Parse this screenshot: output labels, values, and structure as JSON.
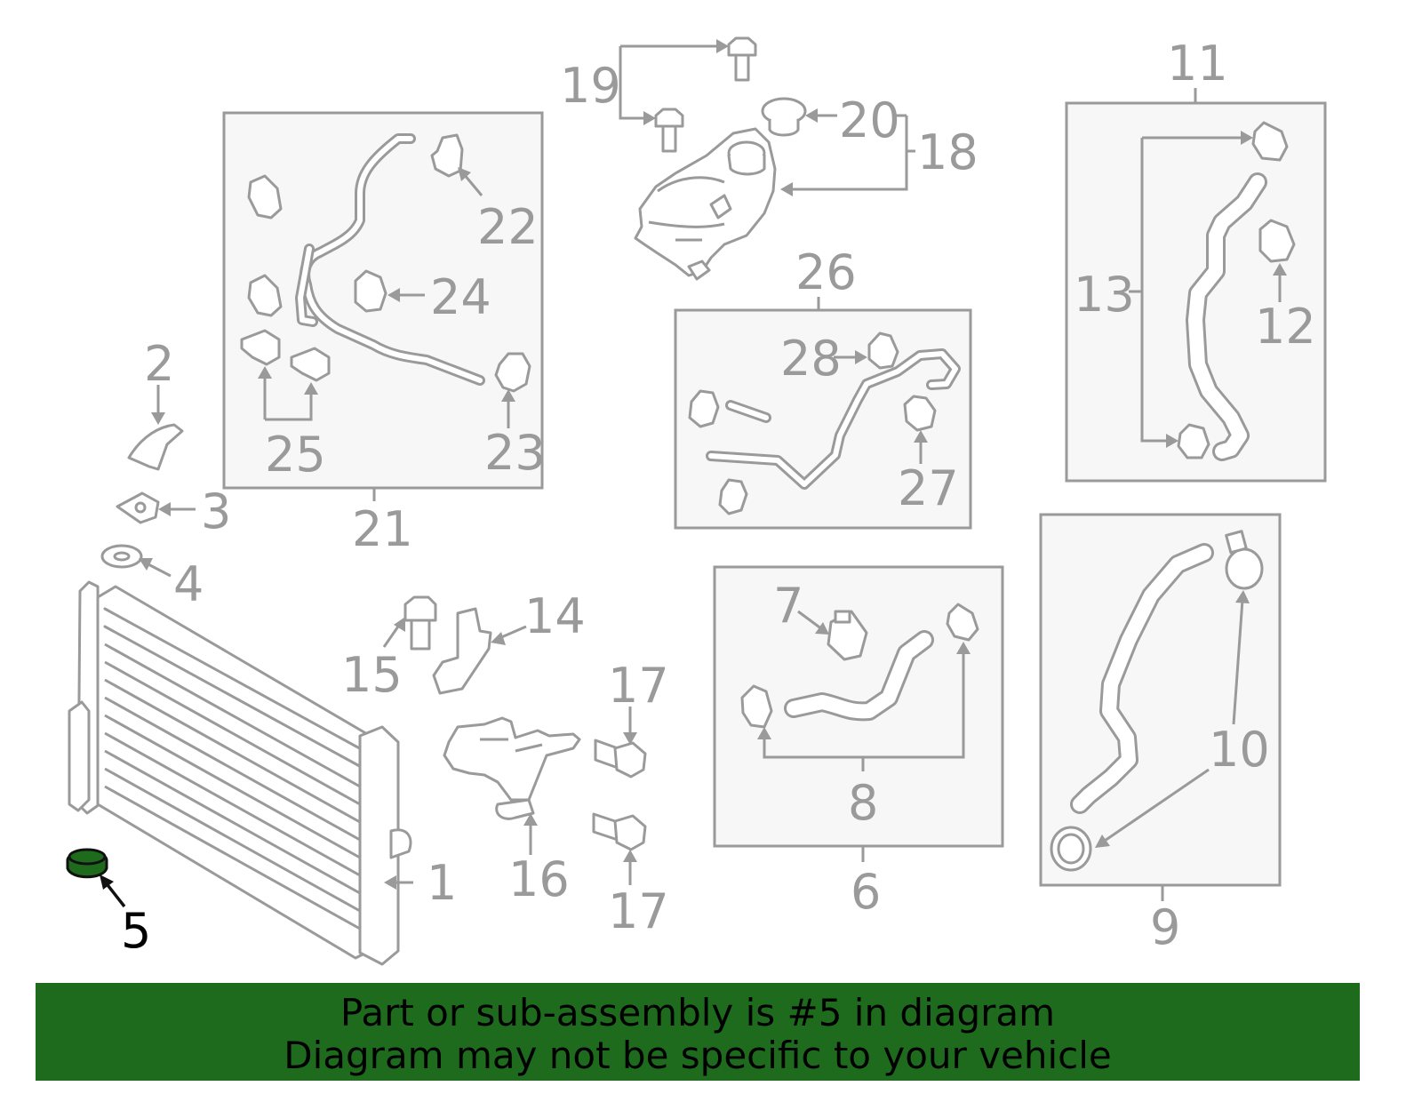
{
  "colors": {
    "part_line": "#9a9a9a",
    "highlight": "#1e6b1e",
    "banner_bg": "#1e6b1e",
    "highlight_text": "#000000"
  },
  "callouts": {
    "c1": "1",
    "c2": "2",
    "c3": "3",
    "c4": "4",
    "c5": "5",
    "c6": "6",
    "c7": "7",
    "c8": "8",
    "c9": "9",
    "c10": "10",
    "c11": "11",
    "c12": "12",
    "c13": "13",
    "c14": "14",
    "c15": "15",
    "c16": "16",
    "c17a": "17",
    "c17b": "17",
    "c18": "18",
    "c19": "19",
    "c20": "20",
    "c21": "21",
    "c22": "22",
    "c23": "23",
    "c24": "24",
    "c25": "25",
    "c26": "26",
    "c27": "27",
    "c28": "28"
  },
  "highlighted_part": "5",
  "banner": {
    "line1": "Part or sub-assembly is #5 in diagram",
    "line2": "Diagram may not be specific to your vehicle"
  }
}
